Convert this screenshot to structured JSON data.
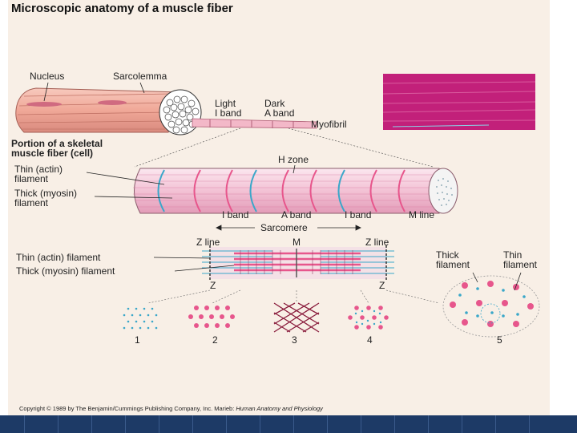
{
  "title": "Microscopic anatomy of a muscle fiber",
  "labels": {
    "nucleus": "Nucleus",
    "sarcolemma": "Sarcolemma",
    "light": "Light",
    "i_band": "I band",
    "dark": "Dark",
    "a_band": "A band",
    "myofibril": "Myofibril",
    "portion_1": "Portion of a skeletal",
    "portion_2": "muscle fiber (cell)",
    "thin_1": "Thin (actin)",
    "thin_2": "filament",
    "thick_1": "Thick (myosin)",
    "thick_2": "filament",
    "h_zone": "H zone",
    "i_band_a": "I band",
    "a_band_b": "A band",
    "i_band_c": "I band",
    "m_line": "M line",
    "sarcomere": "Sarcomere",
    "z_line_left": "Z line",
    "m": "M",
    "z_line_right": "Z line",
    "thin_filament_full": "Thin (actin) filament",
    "thick_filament_full": "Thick (myosin) filament",
    "z_left": "Z",
    "z_right": "Z",
    "thick_filament_1": "Thick",
    "thick_filament_2": "filament",
    "thin_filament_1": "Thin",
    "thin_filament_2": "filament",
    "n1": "1",
    "n2": "2",
    "n3": "3",
    "n4": "4",
    "n5": "5"
  },
  "copyright": {
    "prefix": "Copyright © 1989 by The Benjamin/Cummings Publishing Company, Inc. Marieb:",
    "book": "Human Anatomy and Physiology"
  },
  "colors": {
    "pink": "#e7568c",
    "blue": "#3aa7c9",
    "magenta": "#c2207a",
    "fiber": "#f2b2a4"
  }
}
